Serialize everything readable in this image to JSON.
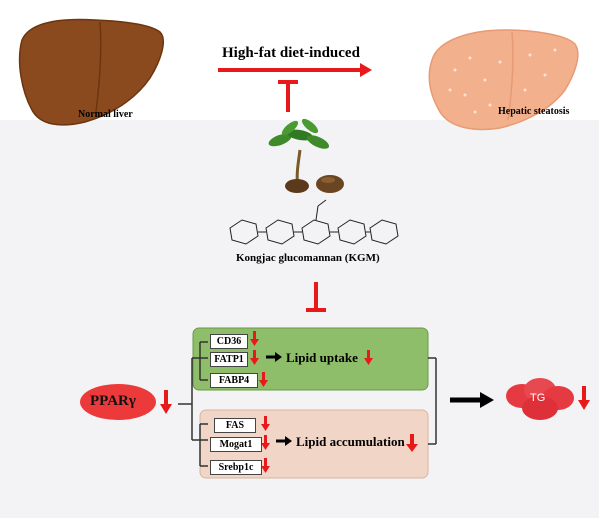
{
  "top": {
    "normal_liver_label": "Normal liver",
    "diet_label": "High-fat diet-induced",
    "steatosis_label": "Hepatic steatosis"
  },
  "compound": {
    "label": "Kongjac glucomannan (KGM)"
  },
  "regulator": {
    "label": "PPARγ"
  },
  "uptake_group": {
    "genes": [
      "CD36",
      "FATP1",
      "FABP4"
    ],
    "process_label": "Lipid uptake"
  },
  "accumulation_group": {
    "genes": [
      "FAS",
      "Mogat1",
      "Srebp1c"
    ],
    "process_label": "Lipid accumulation"
  },
  "outcome": {
    "label": "TG"
  },
  "colors": {
    "inhibit_red": "#e8191a",
    "uptake_box": "#8fbe6a",
    "accumulation_box": "#f1d6c8",
    "pparg_fill": "#ec3a3a",
    "tg_fill": "#e63a42",
    "liver_normal": "#8b4a1e",
    "liver_fatty": "#f2b08c"
  }
}
